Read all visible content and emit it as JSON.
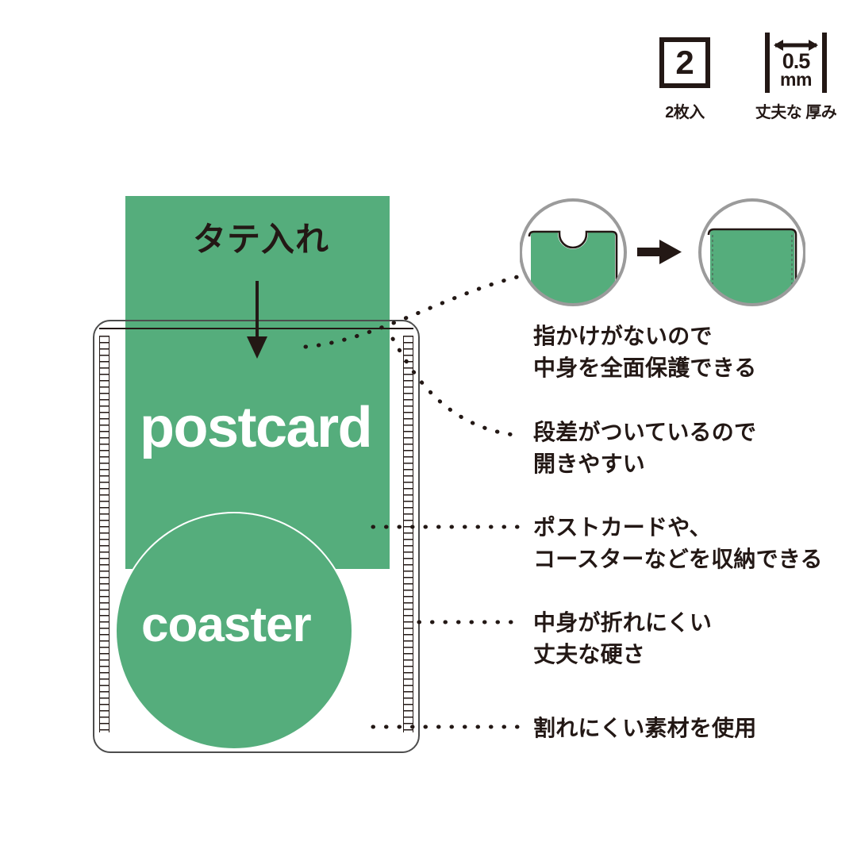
{
  "theme": {
    "green": "#55ad7c",
    "ink": "#231815",
    "outline": "#4d4d4d",
    "circle_ring": "#9b9b9b",
    "white": "#ffffff"
  },
  "badges": [
    {
      "icon": "count-box-icon",
      "value": "2",
      "caption": "2枚入"
    },
    {
      "icon": "thickness-arrow-icon",
      "value": "0.5",
      "unit": "mm",
      "caption": "丈夫な\n厚み"
    }
  ],
  "product": {
    "insert_label": "タテ入れ",
    "insert_arrow": "down-arrow-icon",
    "postcard_label": "postcard",
    "coaster_label": "coaster"
  },
  "comparison": {
    "before": {
      "name": "sleeve-with-finger-notch",
      "has_notch": true
    },
    "arrow": "right-arrow-icon",
    "after": {
      "name": "sleeve-full-cover",
      "has_notch": false
    }
  },
  "notes": [
    {
      "id": "note-full-protection",
      "text": "指かけがないので\n中身を全面保護できる"
    },
    {
      "id": "note-step-easy-open",
      "text": "段差がついているので\n開きやすい"
    },
    {
      "id": "note-storage",
      "text": "ポストカードや、\nコースターなどを収納できる"
    },
    {
      "id": "note-no-bend",
      "text": "中身が折れにくい\n丈夫な硬さ"
    },
    {
      "id": "note-unbreakable",
      "text": "割れにくい素材を使用"
    }
  ]
}
